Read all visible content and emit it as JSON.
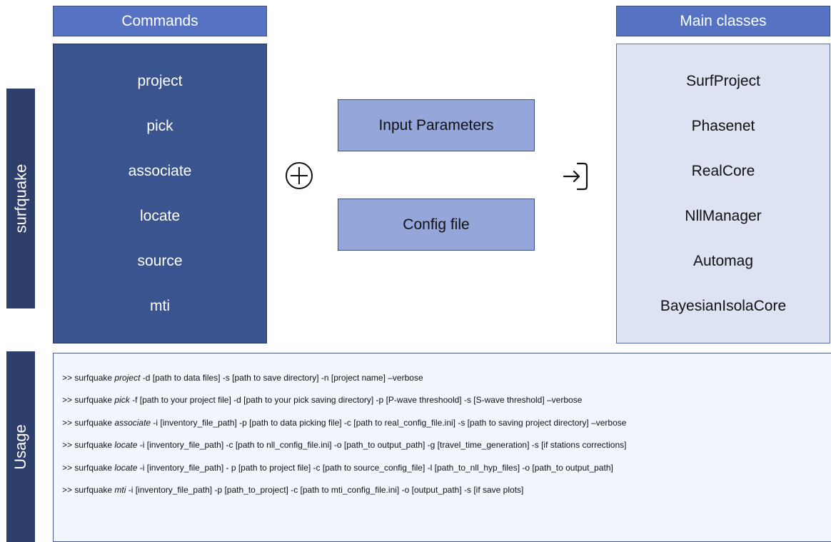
{
  "side_labels": {
    "top": "surfquake",
    "bottom": "Usage"
  },
  "commands": {
    "header": "Commands",
    "items": [
      "project",
      "pick",
      "associate",
      "locate",
      "source",
      "mti"
    ]
  },
  "middle": {
    "input_parameters": "Input Parameters",
    "config_file": "Config file",
    "plus_icon": "circled-plus-icon",
    "arrow_icon": "sign-in-arrow-icon"
  },
  "main_classes": {
    "header": "Main classes",
    "items": [
      "SurfProject",
      "Phasenet",
      "RealCore",
      "NllManager",
      "Automag",
      "BayesianIsolaCore"
    ]
  },
  "usage": {
    "lines": [
      {
        "prefix": ">> surfquake ",
        "cmd": "project",
        "args": " -d [path to data files] -s [path to save directory] -n [project name] –verbose"
      },
      {
        "prefix": ">> surfquake ",
        "cmd": "pick",
        "args": " -f [path to your project file] -d [path to your pick saving directory] -p [P-wave threshoold] -s [S-wave threshold] –verbose"
      },
      {
        "prefix": ">> surfquake ",
        "cmd": "associate",
        "args": " -i [inventory_file_path] -p [path to data picking file] -c [path to  real_config_file.ini] -s [path to saving project directory] –verbose"
      },
      {
        "prefix": ">> surfquake ",
        "cmd": "locate",
        "args": " -i [inventory_file_path] -c [path to nll_config_file.ini] -o [path_to output_path] -g [travel_time_generation] -s [if stations corrections]"
      },
      {
        "prefix": ">> surfquake ",
        "cmd": "locate",
        "args": " -i [inventory_file_path] - p [path to project file] -c [path to  source_config_file] -l [path_to_nll_hyp_files] -o [path_to output_path]"
      },
      {
        "prefix": ">> surfquake ",
        "cmd": "mti",
        "args": " -i [inventory_file_path] -p [path_to_project] -c [path to mti_config_file.ini] -o [output_path]  -s [if save plots]"
      }
    ]
  },
  "colors": {
    "side_label": "#2f3f6b",
    "header_tab": "#5573c2",
    "commands_panel": "#3a5490",
    "classes_panel": "#dde3f2",
    "mid_box": "#94a6da",
    "usage_panel": "#f3f5fc"
  }
}
